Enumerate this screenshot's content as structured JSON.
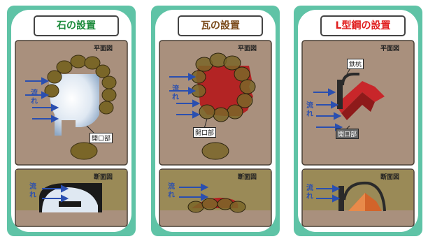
{
  "panels": [
    {
      "title": "石の設置",
      "plan_label": "平面図",
      "section_label": "断面図",
      "flow_label": "流れ",
      "opening_label": "開口部"
    },
    {
      "title": "瓦の設置",
      "plan_label": "平面図",
      "section_label": "断面図",
      "flow_label": "流れ",
      "opening_label": "開口部"
    },
    {
      "title": "L型鋼の設置",
      "plan_label": "平面図",
      "section_label": "断面図",
      "flow_label": "流れ",
      "opening_label": "開口部",
      "stake_label": "鉄杭"
    }
  ],
  "colors": {
    "frame": "#5fc3a6",
    "soil": "#a9907d",
    "section_bg": "#9a8a57",
    "stone": "#6b5a2a",
    "tile": "#b32424",
    "arrow": "#2a4fb0"
  }
}
